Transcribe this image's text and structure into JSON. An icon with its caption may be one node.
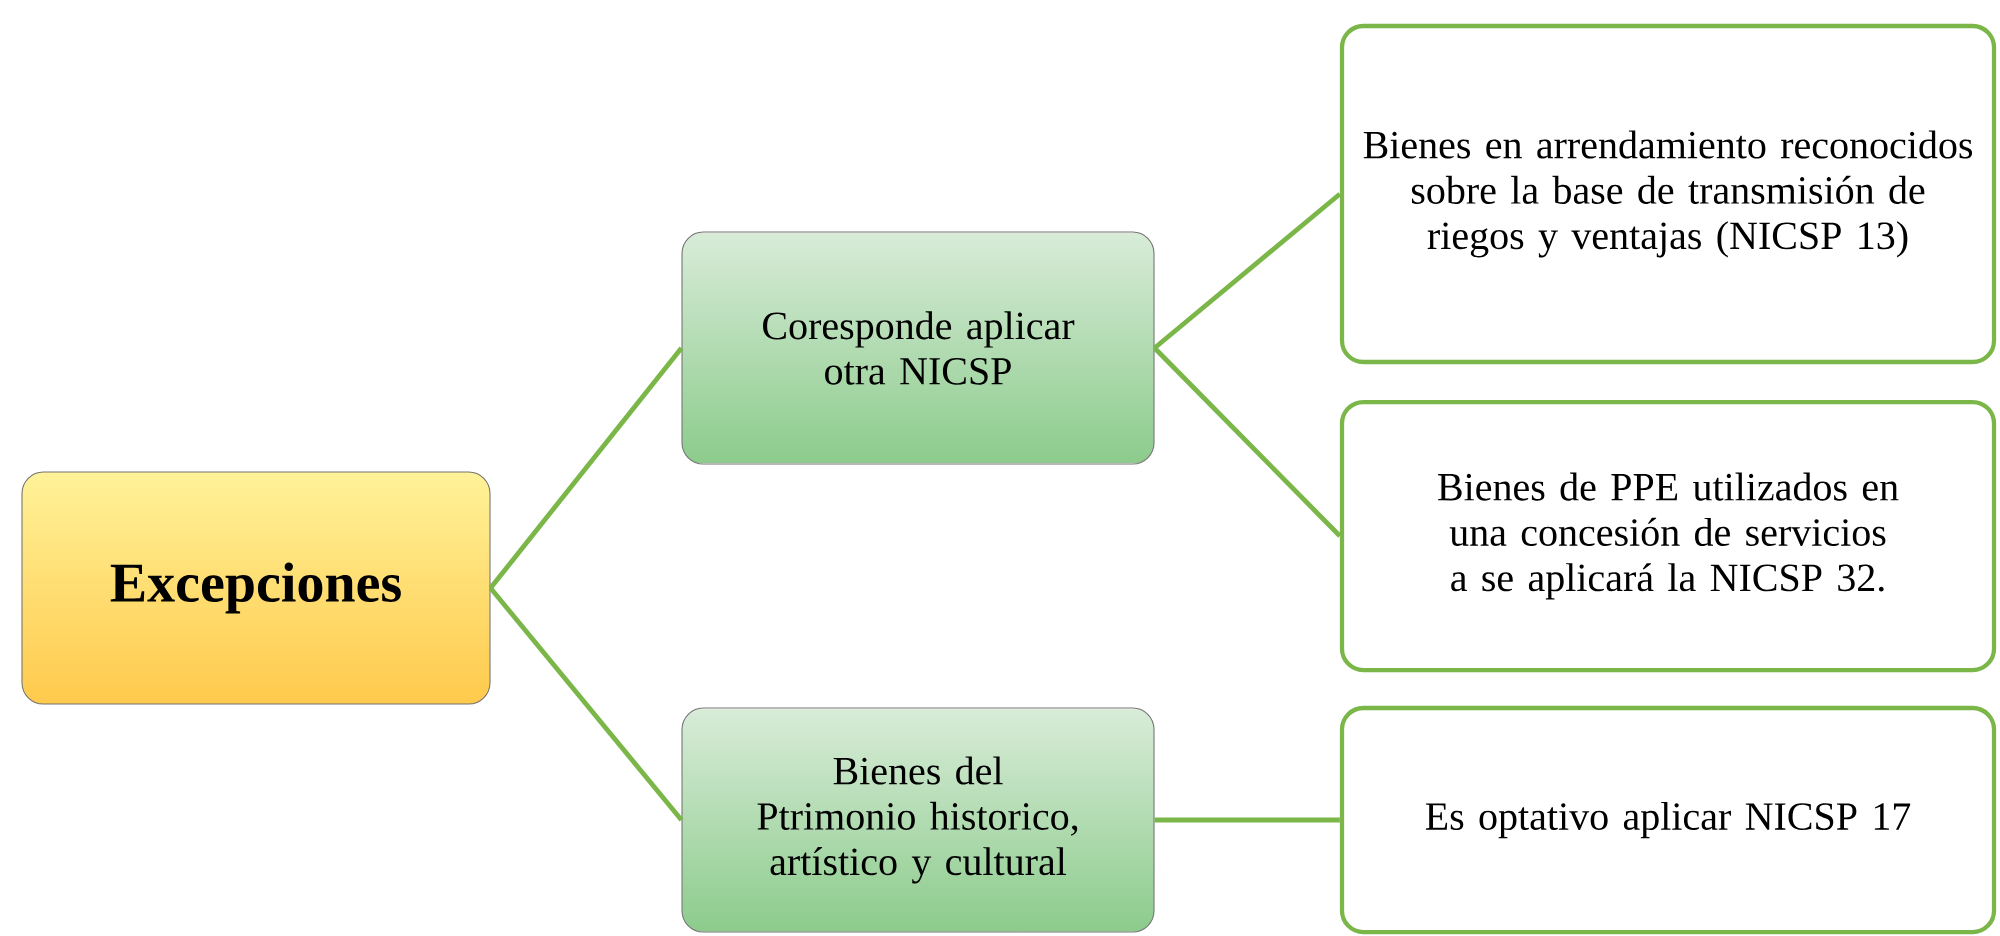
{
  "diagram": {
    "nodes": [
      {
        "text": [
          "Excepciones"
        ]
      },
      {
        "text": [
          "Coresponde aplicar otra NICSP"
        ]
      },
      {
        "text": [
          "Bienes del Ptrimonio historico, artístico y cultural"
        ]
      },
      {
        "text": [
          "Bienes en arrendamiento reconocidos sobre la base de transmisión de riegos y ventajas (NICSP 13)"
        ]
      },
      {
        "text": [
          "Bienes de PPE utilizados en una concesión de servicios a se aplicará la NICSP 32."
        ]
      },
      {
        "text": [
          "Es optativo aplicar NICSP 17"
        ]
      }
    ],
    "edges": [
      {
        "from": 0,
        "to": 1,
        "arrow": "none"
      },
      {
        "from": 0,
        "to": 2,
        "arrow": "none"
      },
      {
        "from": 1,
        "to": 3,
        "arrow": "none"
      },
      {
        "from": 1,
        "to": 4,
        "arrow": "none"
      },
      {
        "from": 2,
        "to": 5,
        "arrow": "none"
      }
    ]
  }
}
